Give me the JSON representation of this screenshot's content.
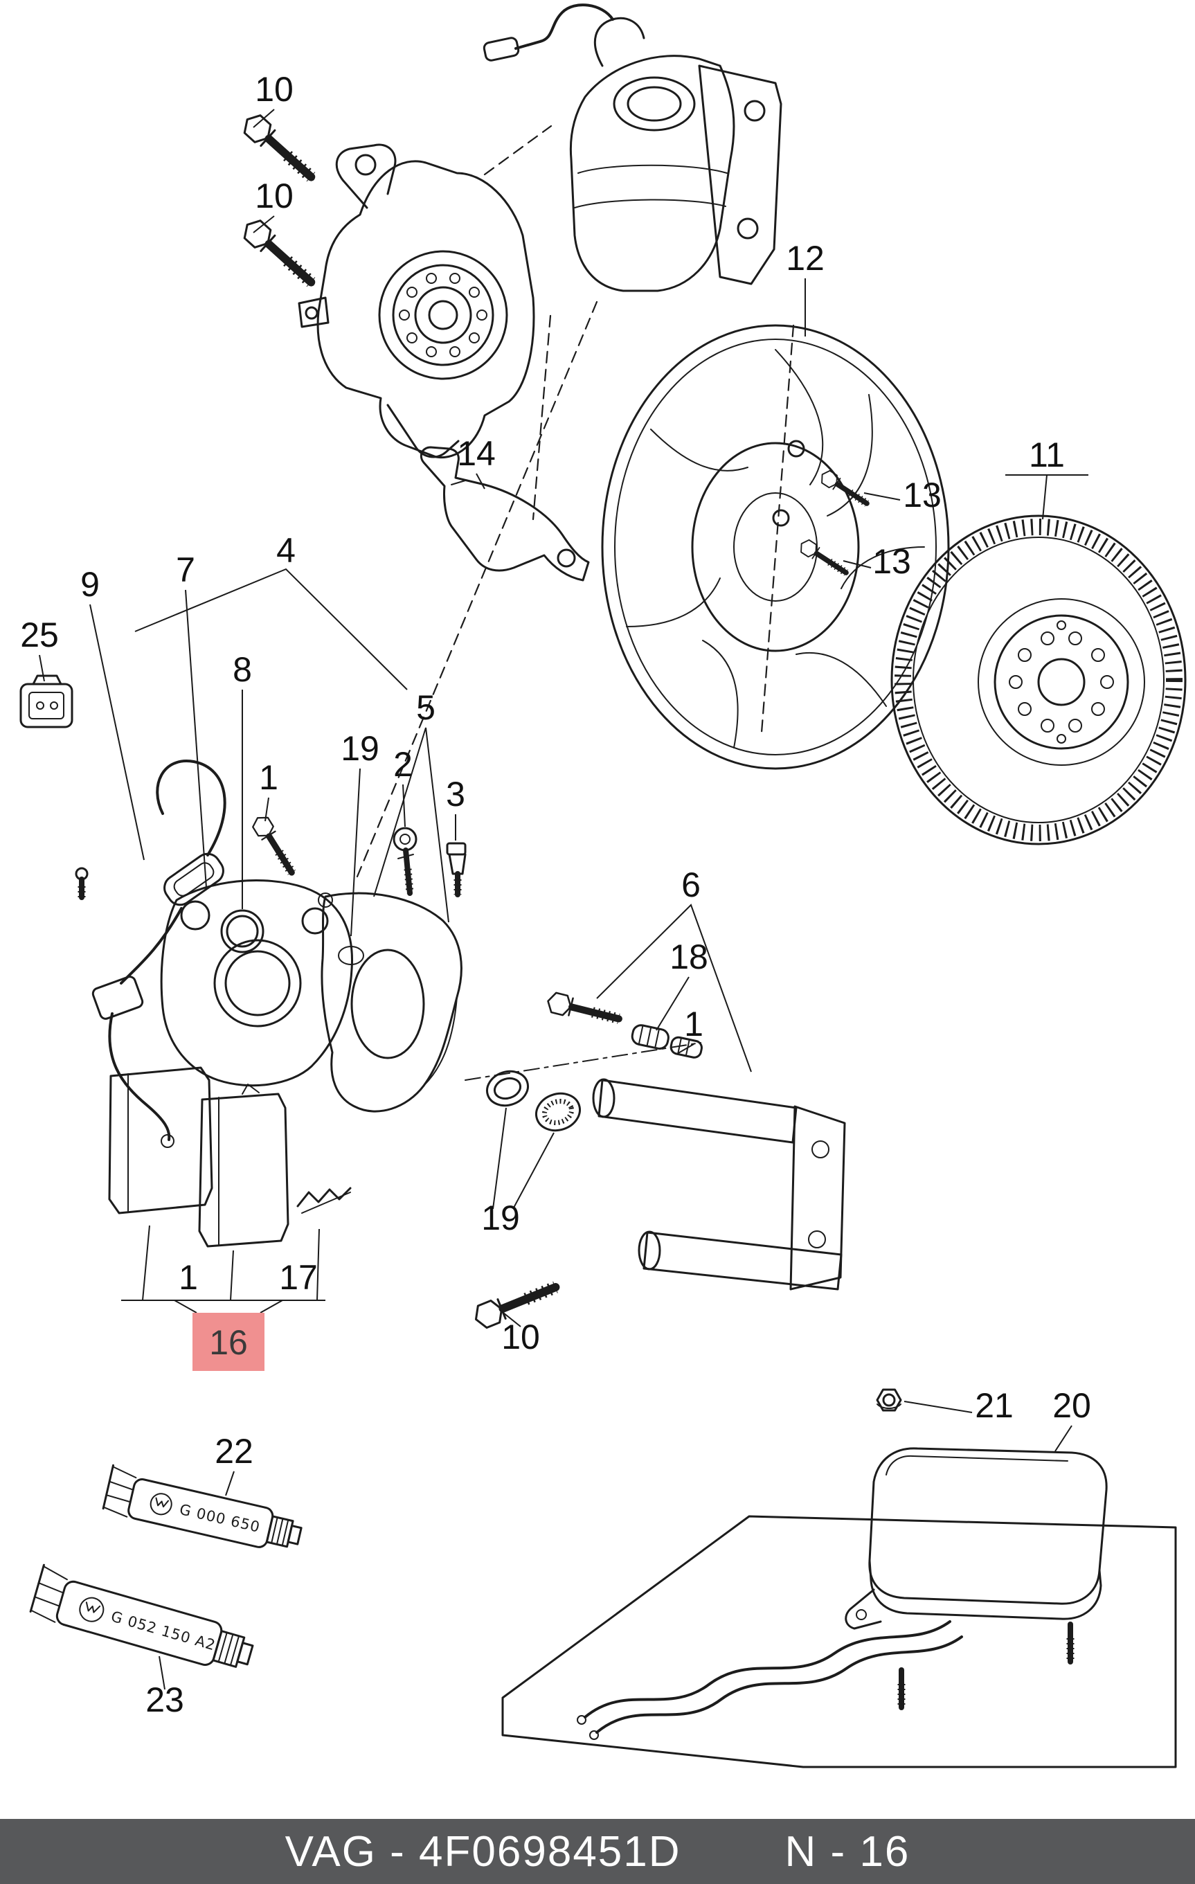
{
  "document": {
    "kind": "brake parts exploded diagram",
    "background_color": "#ffffff",
    "line_color": "#1c1c1c"
  },
  "footer": {
    "catalog_code": "VAG - 4F0698451D",
    "page_ref": "N - 16",
    "bg_color": "#57585a",
    "text_color": "#ffffff"
  },
  "highlight": {
    "color": "#f09090"
  },
  "callouts": {
    "knuckle_bolt_upper": "10",
    "knuckle_bolt_lower": "10",
    "splash_shield": "12",
    "shield_bolt_upper": "13",
    "shield_bolt_lower": "13",
    "brake_disc": "11",
    "retaining_bracket": "14",
    "caliper_assembly": "4",
    "caliper_housing": "7",
    "wear_sensor": "9",
    "sensor_connector": "25",
    "seal_ring": "8",
    "pad_carrier_sub": "5",
    "seal_kit_upper": "19",
    "housing_bolt": "1",
    "guide_screw": "2",
    "bleeder_valve": "3",
    "carrier_assembly": "6",
    "guide_sleeves": "18",
    "guide_pin_bolt": "1",
    "seal_kit_lower": "19",
    "carrier_bolt": "10",
    "brake_pads": "1",
    "retaining_spring": "17",
    "pad_set": "16",
    "grease_tube_small": "22",
    "grease_tube_large": "23",
    "flange_nut": "21",
    "control_unit": "20"
  },
  "tube_prints": {
    "small": "G 000 650",
    "large": "G 052 150 A2"
  }
}
